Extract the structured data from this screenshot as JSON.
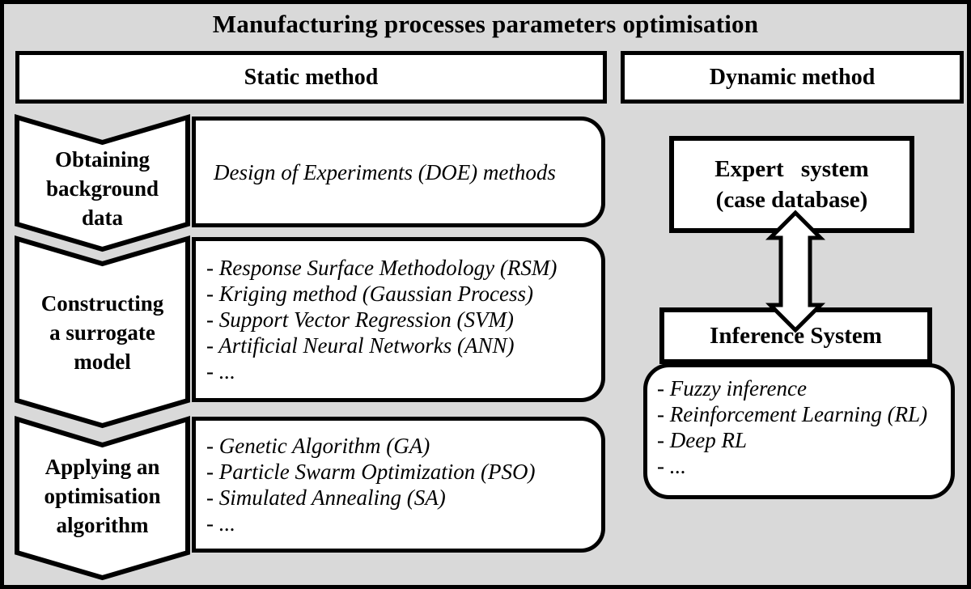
{
  "title": "Manufacturing processes parameters optimisation",
  "colors": {
    "background": "#d9d9d9",
    "box_fill": "#ffffff",
    "line": "#000000"
  },
  "static_column": {
    "header": "Static method",
    "steps": [
      {
        "label": "Obtaining background data",
        "label_lines": [
          "Obtaining",
          "background",
          "data"
        ],
        "items": [
          "Design of Experiments (DOE) methods"
        ]
      },
      {
        "label": "Constructing a surrogate model",
        "label_lines": [
          "Constructing",
          "a surrogate",
          "model"
        ],
        "items": [
          "- Response Surface Methodology (RSM)",
          "- Kriging method (Gaussian Process)",
          "- Support Vector Regression (SVM)",
          "- Artificial Neural Networks (ANN)",
          "- ..."
        ]
      },
      {
        "label": "Applying an optimisation algorithm",
        "label_lines": [
          "Applying an",
          "optimisation",
          "algorithm"
        ],
        "items": [
          "- Genetic Algorithm (GA)",
          "- Particle Swarm Optimization (PSO)",
          "- Simulated Annealing (SA)",
          "- ..."
        ]
      }
    ]
  },
  "dynamic_column": {
    "header": "Dynamic method",
    "expert_system": {
      "label_lines": [
        "Expert system",
        "(case database)"
      ]
    },
    "connector": "double-headed-arrow",
    "inference_system": {
      "label": "Inference System"
    },
    "inference_methods": [
      "- Fuzzy inference",
      "- Reinforcement Learning (RL)",
      "- Deep RL",
      "- ..."
    ]
  }
}
